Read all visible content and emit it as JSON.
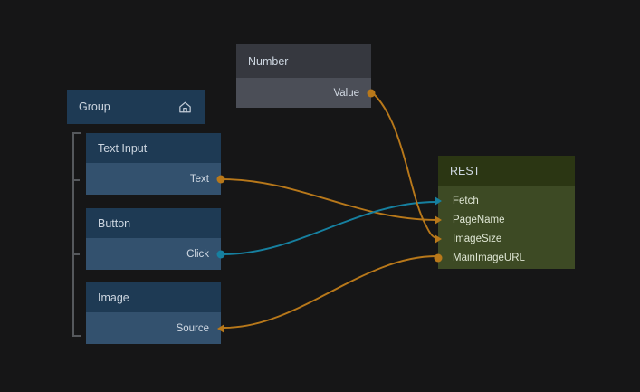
{
  "canvas": {
    "background": "#161617",
    "wire_orange": "#b8781a",
    "wire_cyan": "#1680a0"
  },
  "group": {
    "title": "Group",
    "icon": "home-icon",
    "children": [
      {
        "title": "Text Input",
        "ports": [
          {
            "label": "Text",
            "side": "output",
            "shape": "dot",
            "color": "#b8781a"
          }
        ]
      },
      {
        "title": "Button",
        "ports": [
          {
            "label": "Click",
            "side": "output",
            "shape": "dot",
            "color": "#1680a0"
          }
        ]
      },
      {
        "title": "Image",
        "ports": [
          {
            "label": "Source",
            "side": "input",
            "shape": "triangle",
            "color": "#b8781a"
          }
        ]
      }
    ]
  },
  "number_node": {
    "title": "Number",
    "ports": [
      {
        "label": "Value",
        "side": "output",
        "shape": "dot",
        "color": "#b8781a"
      }
    ]
  },
  "rest_node": {
    "title": "REST",
    "ports": [
      {
        "label": "Fetch",
        "side": "input",
        "shape": "triangle",
        "color": "#1680a0"
      },
      {
        "label": "PageName",
        "side": "input",
        "shape": "triangle",
        "color": "#b8781a"
      },
      {
        "label": "ImageSize",
        "side": "input",
        "shape": "triangle",
        "color": "#b8781a"
      },
      {
        "label": "MainImageURL",
        "side": "output",
        "shape": "dot",
        "color": "#b8781a"
      }
    ]
  },
  "connections": [
    {
      "from": "Text",
      "to": "PageName",
      "color": "#b8781a"
    },
    {
      "from": "Click",
      "to": "Fetch",
      "color": "#1680a0"
    },
    {
      "from": "Value",
      "to": "ImageSize",
      "color": "#b8781a"
    },
    {
      "from": "MainImageURL",
      "to": "Source",
      "color": "#b8781a"
    }
  ]
}
